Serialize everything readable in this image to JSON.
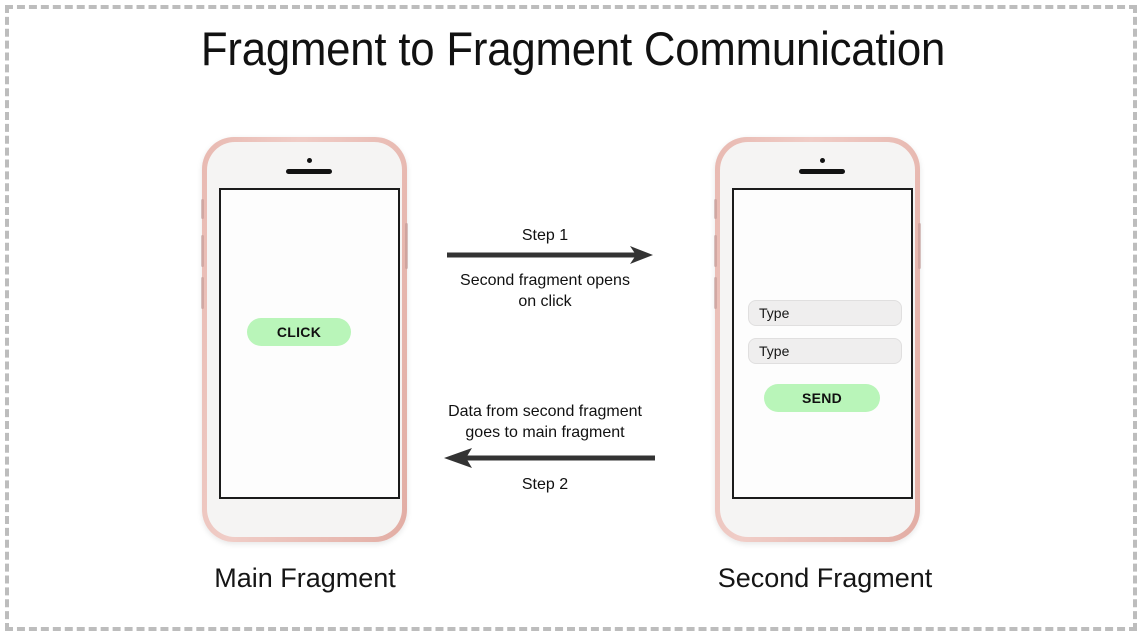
{
  "diagram": {
    "title": "Fragment to Fragment Communication",
    "border_color": "#bdbdbd",
    "background": "#ffffff"
  },
  "phones": [
    {
      "id": "main-fragment",
      "caption": "Main Fragment",
      "frame_color": "#e8b9b1",
      "body_color": "#f5f4f3",
      "screen": {
        "button": {
          "label": "CLICK",
          "color": "#b9f5b9"
        }
      }
    },
    {
      "id": "second-fragment",
      "caption": "Second Fragment",
      "frame_color": "#e8b9b1",
      "body_color": "#f5f4f3",
      "screen": {
        "fields": [
          {
            "placeholder": "Type",
            "value": "Type"
          },
          {
            "placeholder": "Type",
            "value": "Type"
          }
        ],
        "button": {
          "label": "SEND",
          "color": "#b9f5b9"
        }
      }
    }
  ],
  "flows": [
    {
      "id": "step-1",
      "label": "Step 1",
      "description": "Second fragment opens\non click",
      "description_line1": "Second fragment opens",
      "description_line2": "on click",
      "direction": "right",
      "arrow_color": "#333333"
    },
    {
      "id": "step-2",
      "label": "Step 2",
      "description": "Data from second fragment\ngoes to main fragment",
      "description_line1": "Data from second fragment",
      "description_line2": "goes to main fragment",
      "direction": "left",
      "arrow_color": "#333333"
    }
  ]
}
